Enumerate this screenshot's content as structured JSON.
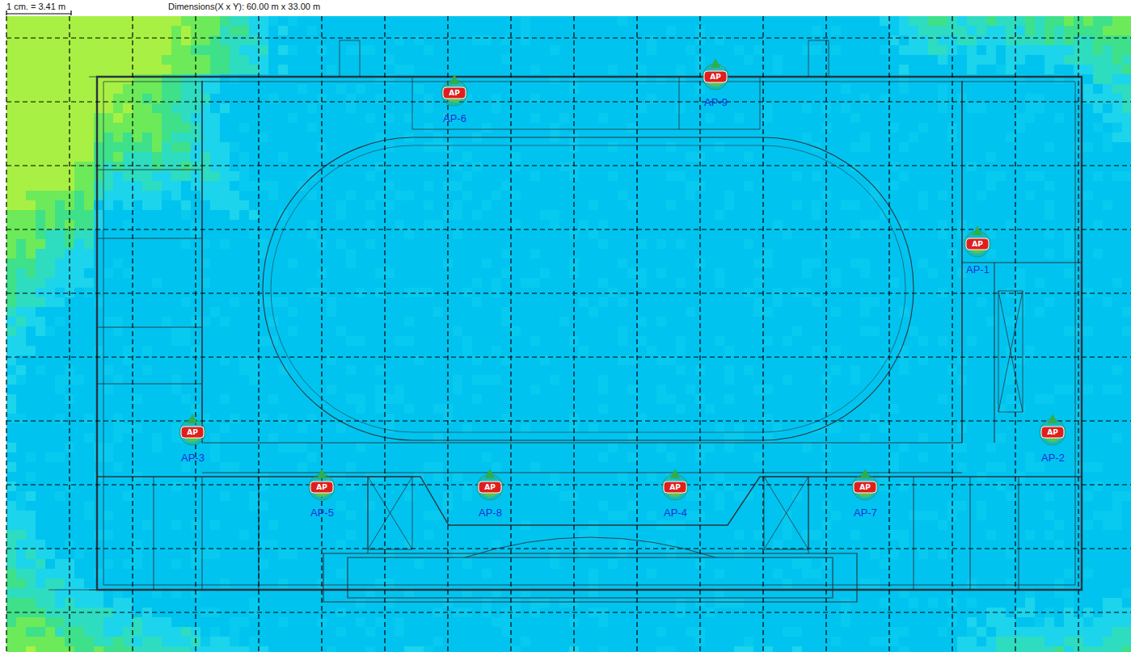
{
  "diagram": {
    "nodes": [
      {
        "text": [
          "AP",
          "AP-6"
        ]
      },
      {
        "text": [
          "AP",
          "AP-9"
        ]
      },
      {
        "text": [
          "AP",
          "AP-1"
        ]
      },
      {
        "text": [
          "AP",
          "AP-3"
        ]
      },
      {
        "text": [
          "AP",
          "AP-2"
        ]
      },
      {
        "text": [
          "AP",
          "AP-5"
        ]
      },
      {
        "text": [
          "AP",
          "AP-8"
        ]
      },
      {
        "text": [
          "AP",
          "AP-4"
        ]
      },
      {
        "text": [
          "AP",
          "AP-7"
        ]
      }
    ],
    "labels": [
      "1 cm. = 3.41 m",
      "Dimensions(X x Y): 60.00 m x 33.00 m"
    ]
  }
}
